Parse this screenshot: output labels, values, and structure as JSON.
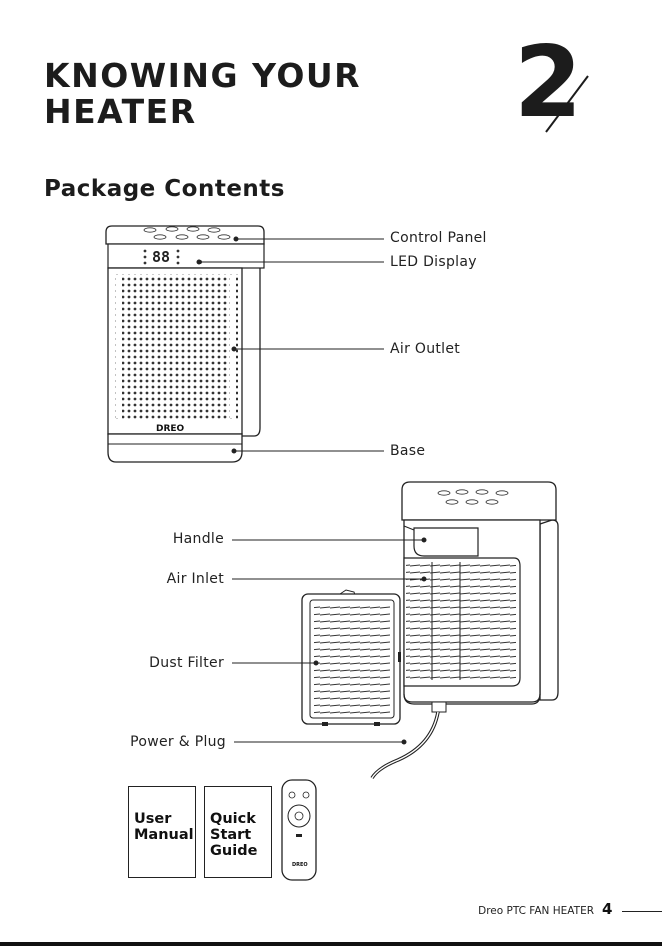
{
  "chapter": {
    "title_line1": "KNOWING YOUR",
    "title_line2": "HEATER",
    "number": "2"
  },
  "section": {
    "title": "Package Contents"
  },
  "heater_front_labels": {
    "control_panel": "Control Panel",
    "led_display": "LED Display",
    "air_outlet": "Air Outlet",
    "base": "Base"
  },
  "heater_back_labels": {
    "handle": "Handle",
    "air_inlet": "Air Inlet",
    "dust_filter": "Dust Filter",
    "power_plug": "Power & Plug"
  },
  "brand_logo": "DREO",
  "accessories": {
    "user_manual": {
      "line1": "User",
      "line2": "Manual"
    },
    "quick_start": {
      "line1": "Quick",
      "line2": "Start",
      "line3": "Guide"
    },
    "remote_logo": "DREO"
  },
  "footer": {
    "text": "Dreo PTC FAN HEATER",
    "page_number": "4"
  }
}
